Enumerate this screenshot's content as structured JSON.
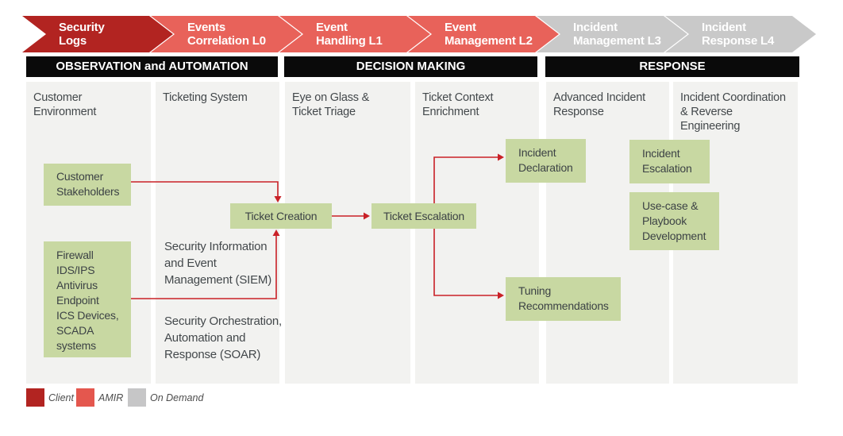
{
  "chevrons": [
    {
      "label": "Security\nLogs",
      "tier": "client"
    },
    {
      "label": "Events\nCorrelation L0",
      "tier": "amir"
    },
    {
      "label": "Event\nHandling L1",
      "tier": "amir"
    },
    {
      "label": "Event\nManagement L2",
      "tier": "amir"
    },
    {
      "label": "Incident\nManagement L3",
      "tier": "on-demand"
    },
    {
      "label": "Incident\nResponse L4",
      "tier": "on-demand"
    }
  ],
  "phases": [
    {
      "label": "OBSERVATION and AUTOMATION"
    },
    {
      "label": "DECISION MAKING"
    },
    {
      "label": "RESPONSE"
    }
  ],
  "columns": [
    {
      "header": "Customer Environment"
    },
    {
      "header": "Ticketing System"
    },
    {
      "header": "Eye on Glass &\nTicket Triage"
    },
    {
      "header": "Ticket Context\nEnrichment"
    },
    {
      "header": "Advanced Incident\nResponse"
    },
    {
      "header": "Incident Coordination\n& Reverse Engineering"
    }
  ],
  "boxes": {
    "customer_stakeholders": "Customer\nStakeholders",
    "firewall_stack": "Firewall\nIDS/IPS\nAntivirus\nEndpoint\nICS Devices,\nSCADA\nsystems",
    "ticket_creation": "Ticket Creation",
    "ticket_escalation": "Ticket Escalation",
    "incident_declaration": "Incident\nDeclaration",
    "tuning_recommendations": "Tuning\nRecommendations",
    "incident_escalation": "Incident\nEscalation",
    "usecase_playbook": "Use-case &\nPlaybook\nDevelopment"
  },
  "labels": {
    "siem": "Security Information\nand Event\nManagement (SIEM)",
    "soar": "Security Orchestration,\nAutomation and\nResponse (SOAR)"
  },
  "legend": [
    {
      "label": "Client",
      "color": "#b22421"
    },
    {
      "label": "AMIR",
      "color": "#e4574e"
    },
    {
      "label": "On Demand",
      "color": "#c6c6c7"
    }
  ],
  "colors": {
    "client_dark_red": "#b22421",
    "amir_red": "#e8625a",
    "on_demand_gray": "#c9c9c9",
    "activity_box_green": "#c8d8a2",
    "arrow_red": "#c92127",
    "lane_background": "#f2f2f0",
    "phase_bar_black": "#0a0a0a"
  }
}
